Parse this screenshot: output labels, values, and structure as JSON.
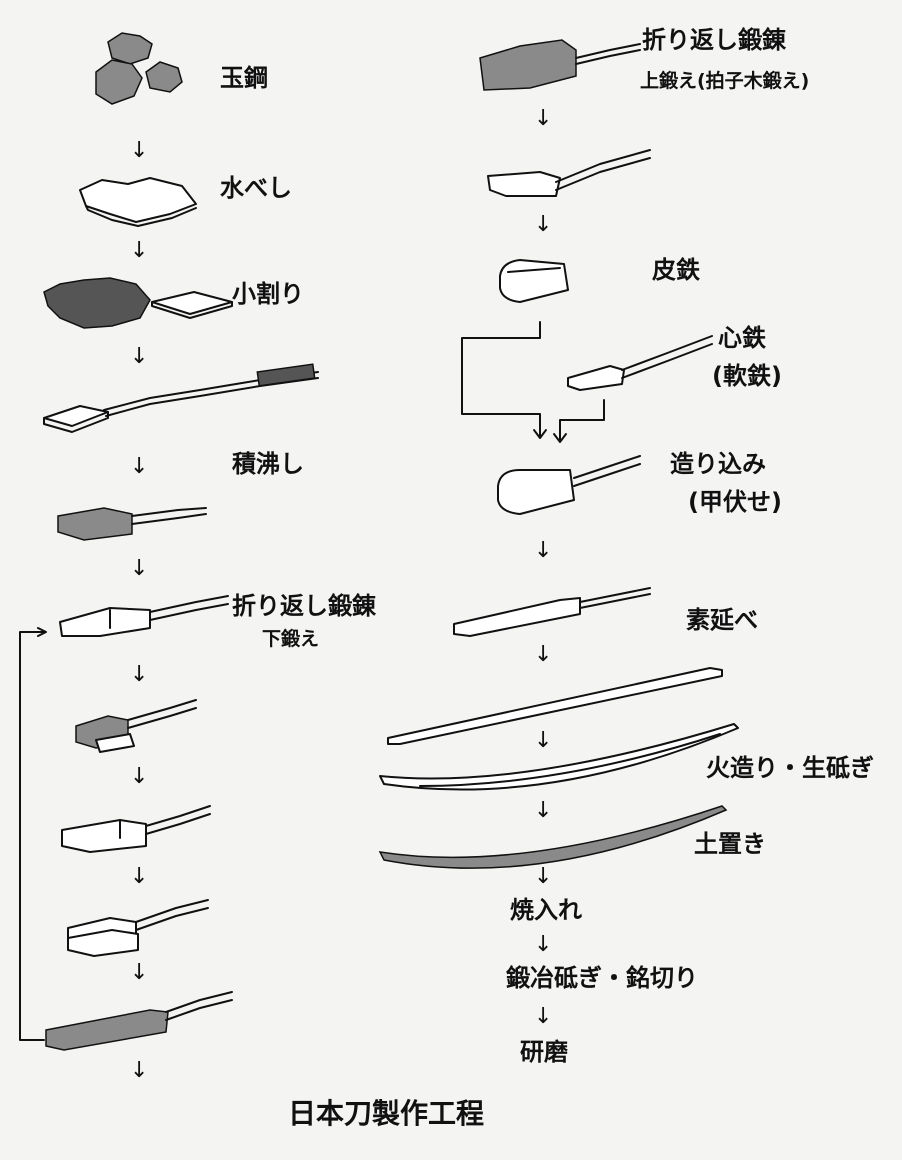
{
  "title": "日本刀製作工程",
  "left_steps": {
    "tamahagane": "玉鋼",
    "mizubeshi": "水べし",
    "kowari": "小割り",
    "tsumiwakashi": "積沸し",
    "orikaeshi": "折り返し鍛錬",
    "shitagitae": "下鍛え"
  },
  "right_steps": {
    "orikaeshi": "折り返し鍛錬",
    "agegitae": "上鍛え(拍子木鍛え)",
    "kawagane": "皮鉄",
    "shingane": "心鉄",
    "shingane_note": "(軟鉄)",
    "tsukurikomi": "造り込み",
    "tsukurikomi_note": "(甲伏せ)",
    "sunobe": "素延べ",
    "hizukuri": "火造り・生砥ぎ",
    "tsuchioki": "土置き",
    "yakiire": "焼入れ",
    "kajitogi": "鍛冶砥ぎ・銘切り",
    "kenma": "研磨"
  },
  "arrow_glyph": "↓",
  "colors": {
    "background": "#f4f4f2",
    "ink": "#111111"
  }
}
